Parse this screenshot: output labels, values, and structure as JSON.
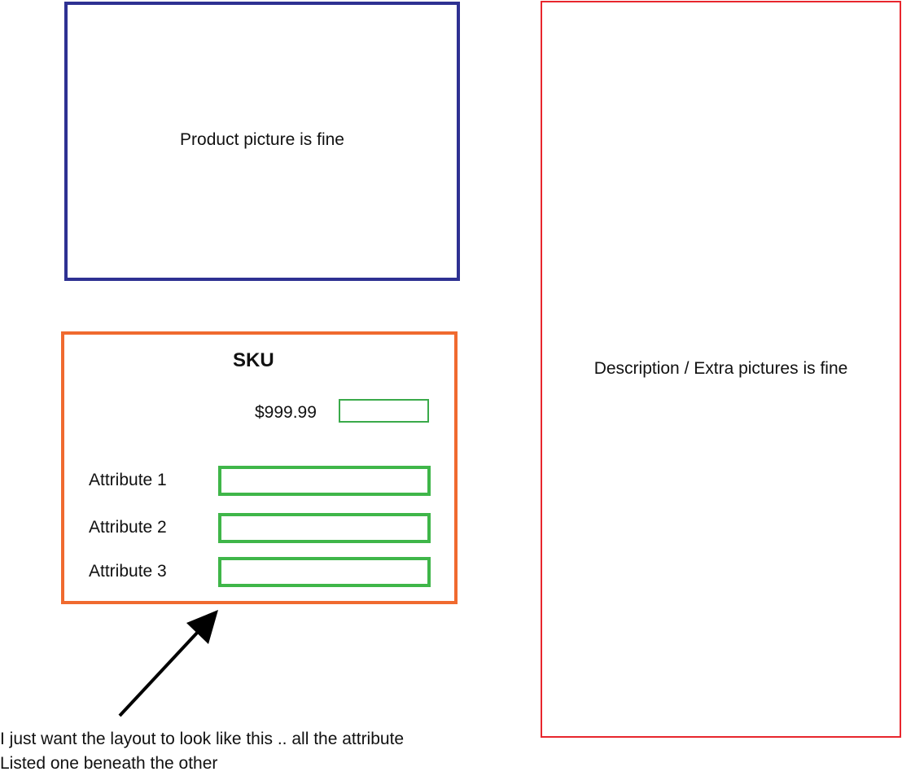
{
  "product_box": {
    "label": "Product picture is fine"
  },
  "description_box": {
    "label": "Description / Extra pictures is fine"
  },
  "sku_box": {
    "title": "SKU",
    "price": "$999.99",
    "attributes": [
      {
        "label": "Attribute 1"
      },
      {
        "label": "Attribute 2"
      },
      {
        "label": "Attribute 3"
      }
    ]
  },
  "note": {
    "line1": "I just want the layout to look like this .. all the attribute",
    "line2": "Listed one beneath the other"
  },
  "colors": {
    "product_border": "#2e3192",
    "description_border": "#e8262d",
    "sku_border": "#f06a2f",
    "field_border": "#3fb649",
    "arrow": "#000000"
  }
}
